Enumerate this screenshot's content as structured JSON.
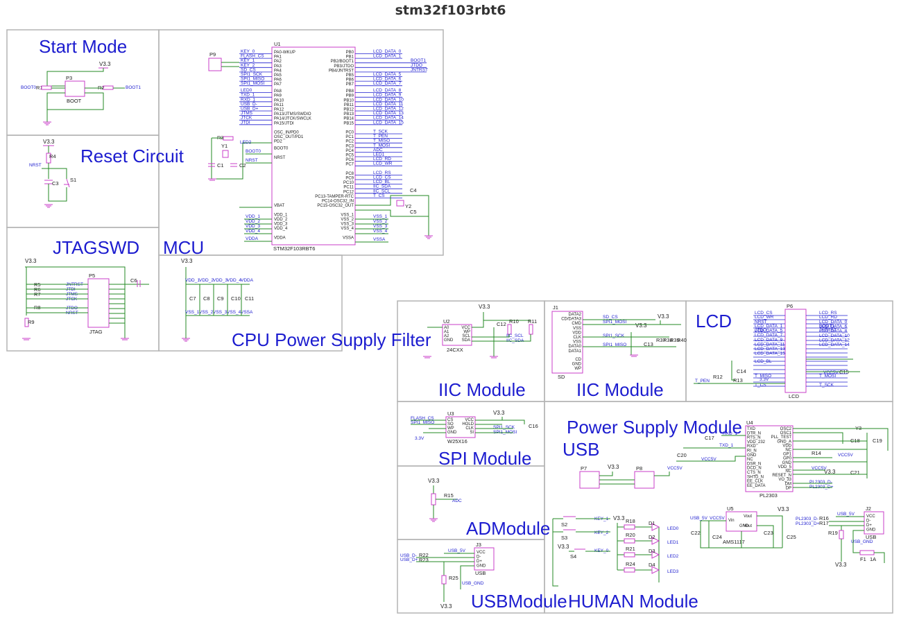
{
  "page": {
    "title": "stm32f103rbt6"
  },
  "sections": {
    "start_mode": "Start Mode",
    "reset_circuit": "Reset Circuit",
    "jtagswd": "JTAGSWD",
    "mcu": "MCU",
    "cpu_power": "CPU Power Supply Filter",
    "iic_module": "IIC Module",
    "sd_module": "IIC Module",
    "lcd": "LCD",
    "spi_module": "SPI Module",
    "power_module": "Power Supply Module",
    "usb": "USB",
    "ad_module": "ADModule",
    "usb_module": "USBModule",
    "human_module": "HUMAN Module"
  },
  "nets": {
    "v33": "V3.3",
    "vcc5v": "VCC5V",
    "usb_5v": "USB_5V",
    "usb_gnd": "USB_GND",
    "boot0": "BOOT0",
    "boot1": "BOOT1",
    "nrst": "NRST",
    "adc": "ADC",
    "led0": "LED0",
    "led1": "LED1",
    "led2": "LED2",
    "led3": "LED3",
    "key0": "KEY_0",
    "key1": "KEY_1",
    "key2": "KEY_2",
    "iic_scl": "IIC_SCL",
    "iic_sda": "IIC_SDA",
    "spi_sck": "SPI1_SCK",
    "spi_miso": "SPI1_MISO",
    "spi_mosi": "SPI1_MOSI",
    "flash_cs": "FLASH_CS",
    "sd_cs": "SD_CS",
    "usb_dm": "USB_D-",
    "usb_dp": "USB_D+",
    "jtms": "JTMS",
    "jtck": "JTCK",
    "jtdi": "JTDI",
    "jtdo": "JTDO",
    "jntrst": "JNTRST",
    "txd1": "TXD_1",
    "rxd1": "RXD_1",
    "pl2303_dm": "PL2303_D-",
    "pl2303_dp": "PL2303_D+",
    "t_sck": "T_SCK",
    "t_pen": "T_PEN",
    "t_miso": "T_MISO",
    "t_mosi": "T_MOSI",
    "t_cs": "T_CS",
    "lcd_rs": "LCD_RS",
    "lcd_cs": "LCD_CS",
    "lcd_bl": "LCD_BL",
    "lcd_rd": "LCD_RD",
    "lcd_wr": "LCD_WR",
    "v33_b": "3.3V",
    "vdd_1": "VDD_1",
    "vdd_2": "VDD_2",
    "vdd_3": "VDD_3",
    "vdd_4": "VDD_4",
    "vdda": "VDDA",
    "vss_1": "VSS_1",
    "vss_2": "VSS_2",
    "vss_3": "VSS_3",
    "vss_4": "VSS_4",
    "vssa": "VSSA"
  },
  "lcd_data": [
    "LCD_DATA_0",
    "LCD_DATA_1",
    "LCD_DATA_5",
    "LCD_DATA_6",
    "LCD_DATA_7",
    "LCD_DATA_8",
    "LCD_DATA_9",
    "LCD_DATA_10",
    "LCD_DATA_11",
    "LCD_DATA_12",
    "LCD_DATA_13",
    "LCD_DATA_14",
    "LCD_DATA_15"
  ],
  "refs": {
    "u1": "U1",
    "u1_part": "STM32F103RBT6",
    "p3": "P3",
    "p3_part": "BOOT",
    "p9": "P9",
    "p5": "P5",
    "p5_part": "JTAG",
    "r1": "R1",
    "r2": "R2",
    "r3": "R3",
    "r4": "R4",
    "r5": "R5",
    "r6": "R6",
    "r7": "R7",
    "r8": "R8",
    "r9": "R9",
    "c1": "C1",
    "c2": "C2",
    "c3": "C3",
    "c6": "C6",
    "y1": "Y1",
    "s1": "S1",
    "u2": "U2",
    "u2_part": "24CXX",
    "r10": "R10",
    "r11": "R11",
    "c12": "C12",
    "j1": "J1",
    "j1_part": "SD",
    "c13": "C13",
    "r37": "R37",
    "r38": "R38",
    "r39": "R39",
    "r40": "R40",
    "p6": "P6",
    "p6_part": "LCD",
    "r12": "R12",
    "r13": "R13",
    "c14": "C14",
    "c15": "C15",
    "u3": "U3",
    "u3_part": "W25X16",
    "c16": "C16",
    "u4": "U4",
    "u4_part": "PL2303",
    "y3": "Y3",
    "c17": "C17",
    "c18": "C18",
    "c19": "C19",
    "c20": "C20",
    "c21": "C21",
    "r14": "R14",
    "p7": "P7",
    "p8": "P8",
    "r15": "R15",
    "u5": "U5",
    "u5_part": "AMS1117",
    "c22": "C22",
    "c23": "C23",
    "c24": "C24",
    "c25": "C25",
    "j2": "J2",
    "j2_part": "USB",
    "r16": "R16",
    "r17": "R17",
    "r19": "R19",
    "f1": "F1",
    "f1_val": "1A",
    "j3": "J3",
    "j3_part": "USB",
    "r22": "R22",
    "r23": "R23",
    "r25": "R25",
    "s2": "S2",
    "s3": "S3",
    "s4": "S4",
    "r18": "R18",
    "r20": "R20",
    "r21": "R21",
    "r24": "R24",
    "d1": "D1",
    "d2": "D2",
    "d3": "D3",
    "d4": "D4",
    "c4": "C4",
    "c5": "C5",
    "y2": "Y2",
    "c7": "C7",
    "c8": "C8",
    "c9": "C9",
    "c10": "C10",
    "c11": "C11"
  },
  "u1_left_pins": [
    "PA0-WKUP",
    "PA1",
    "PA2",
    "PA3",
    "PA4",
    "PA5",
    "PA6",
    "PA7",
    "PA8",
    "PA9",
    "PA10",
    "PA11",
    "PA12",
    "PA13/JTMS/SWDIO",
    "PA14/JTCK/SWCLK",
    "PA15/JTDI",
    "OSC_IN/PD0",
    "OSC_OUT/PD1",
    "PD2",
    "BOOT0",
    "NRST",
    "VBAT",
    "VDD_1",
    "VDD_2",
    "VDD_3",
    "VDD_4",
    "VDDA"
  ],
  "u1_right_pins": [
    "PB0",
    "PB1",
    "PB2/BOOT1",
    "PB3/JTDO",
    "PB4/JNTRST",
    "PB5",
    "PB6",
    "PB7",
    "PB8",
    "PB9",
    "PB10",
    "PB11",
    "PB12",
    "PB13",
    "PB14",
    "PB15",
    "PC0",
    "PC1",
    "PC2",
    "PC3",
    "PC4",
    "PC5",
    "PC6",
    "PC7",
    "PC8",
    "PC9",
    "PC10",
    "PC11",
    "PC12",
    "PC13-TAMPER-RTC",
    "PC14-OSC32_IN",
    "PC15-OSC32_OUT",
    "VSS_1",
    "VSS_2",
    "VSS_3",
    "VSS_4",
    "VSSA"
  ],
  "u1_left_nets": [
    "KEY_0",
    "FLASH_CS",
    "KEY_1",
    "KEY_2",
    "SD_CS",
    "SPI1_SCK",
    "SPI1_MISO",
    "SPI1_MOSI",
    "LED0",
    "TXD_1",
    "RXD_1",
    "USB_D-",
    "USB_D+",
    "JTMS",
    "JTCK",
    "JTDI"
  ],
  "u1_right_nets": [
    "LCD_DATA_0",
    "LCD_DATA_1",
    "BOOT1",
    "JTDO",
    "JNTRST",
    "LCD_DATA_5",
    "LCD_DATA_6",
    "LCD_DATA_7",
    "LCD_DATA_8",
    "LCD_DATA_9",
    "LCD_DATA_10",
    "LCD_DATA_11",
    "LCD_DATA_12",
    "LCD_DATA_13",
    "LCD_DATA_14",
    "LCD_DATA_15",
    "T_SCK",
    "T_PEN",
    "T_MISO",
    "T_MOSI",
    "ADC",
    "LED1",
    "LCD_RD",
    "LCD_WR",
    "LCD_RS",
    "LCD_CS",
    "LCD_BL",
    "IIC_SDA",
    "IIC_SCL",
    "T_CS"
  ],
  "u2_pins_left": [
    "A0",
    "A1",
    "A2",
    "GND"
  ],
  "u2_pins_right": [
    "VCC",
    "WP",
    "SCL",
    "SDA"
  ],
  "u3_pins_left": [
    "CS",
    "SO",
    "WP",
    "GND"
  ],
  "u3_pins_right": [
    "VCC",
    "HOLD",
    "CLK",
    "SI"
  ],
  "j1_pins": [
    "DATA2",
    "CD/DATA3",
    "CMD",
    "VSS",
    "VDD",
    "CLK",
    "VSS",
    "DATA0",
    "DATA1",
    "CD",
    "GND",
    "WP"
  ],
  "u4_pins_left": [
    "TXD",
    "DTR_N",
    "RTS_N",
    "VDD_232",
    "RXD",
    "RI_N",
    "GND",
    "NC",
    "DSR_N",
    "DCD_N",
    "CTS_N",
    "SHTD_N",
    "EE_CLK",
    "EE_DATA"
  ],
  "u4_pins_right": [
    "OSC2",
    "OSC1",
    "PLL_TEST",
    "GND_A",
    "VDD",
    "NC",
    "GP1",
    "GP0",
    "GND",
    "VDD_5",
    "NC",
    "RESET_N",
    "VO_33",
    "DM",
    "DP"
  ],
  "usb_pins": [
    "VCC",
    "D-",
    "D+",
    "GND"
  ],
  "u5_pins": [
    "Vin",
    "GND",
    "Vout",
    "Vout"
  ]
}
